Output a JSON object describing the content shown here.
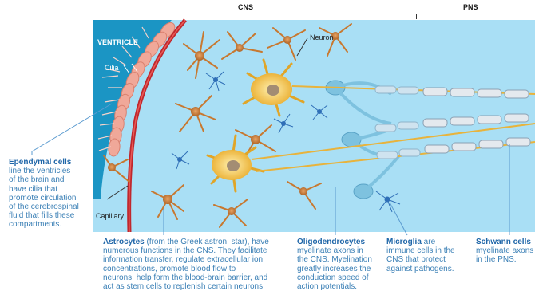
{
  "headers": {
    "cns": "CNS",
    "pns": "PNS"
  },
  "labels": {
    "ventricle": "VENTRICLE",
    "cilia": "Cilia",
    "neuron": "Neuron",
    "capillary": "Capillary"
  },
  "captions": {
    "ependymal": {
      "term": "Ependymal cells",
      "lines": [
        "line the ventricles",
        "of the brain and",
        "have cilia that",
        "promote circulation",
        "of the cerebrospinal",
        "fluid that fills these",
        "compartments."
      ]
    },
    "astrocytes": {
      "term": "Astrocytes",
      "lines": [
        "(from the Greek astron, star), have",
        "numerous functions in the CNS. They facilitate",
        "information transfer, regulate extracellular ion",
        "concentrations, promote blood flow to",
        "neurons, help form the blood-brain barrier, and",
        "act as stem cells to replenish certain neurons."
      ]
    },
    "oligodendrocytes": {
      "term": "Oligodendrocytes",
      "lines": [
        "myelinate axons in",
        "the CNS. Myelination",
        "greatly increases the",
        "conduction speed of",
        "action potentials."
      ]
    },
    "microglia": {
      "term": "Microglia",
      "lines": [
        " are",
        "immune cells in the",
        "CNS that protect",
        "against pathogens."
      ]
    },
    "schwann": {
      "term": "Schwann cells",
      "lines": [
        "myelinate axons",
        "in the PNS."
      ]
    }
  },
  "colors": {
    "ventricle": "#1b95c4",
    "tissue": "#a9dff5",
    "astrocyte": "#c8782f",
    "neuron": "#f2c23a",
    "capillary": "#c0272d",
    "myelin": "#d9e3ec",
    "oligodendrocyte": "#7ec2df",
    "microglia": "#2f6fb7",
    "ependymal": "#f0a899",
    "caption": "#3a7fb5"
  }
}
